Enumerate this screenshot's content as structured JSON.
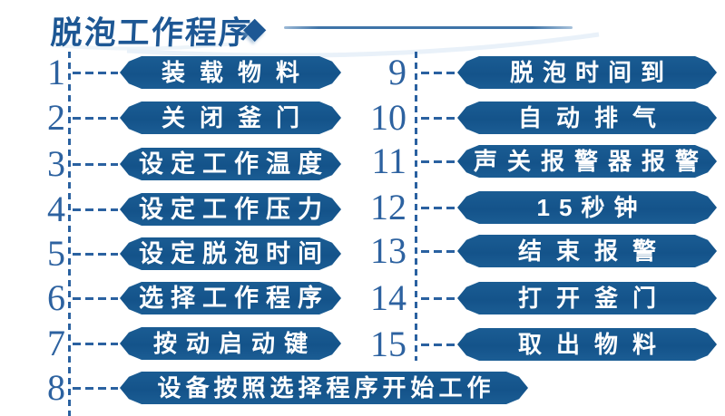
{
  "header": {
    "title": "脱泡工作程序",
    "diamond": "◆"
  },
  "colors": {
    "pill_blue": "#14538a",
    "pill_text": "#ffffff",
    "number_blue": "#2d62a0",
    "dash_blue": "#2a61a0",
    "title_blue": "#1d5794",
    "rule_blue": "#3f74a8"
  },
  "left_steps": [
    {
      "num": "1",
      "label": "装载物料"
    },
    {
      "num": "2",
      "label": "关闭釜门"
    },
    {
      "num": "3",
      "label": "设定工作温度"
    },
    {
      "num": "4",
      "label": "设定工作压力"
    },
    {
      "num": "5",
      "label": "设定脱泡时间"
    },
    {
      "num": "6",
      "label": "选择工作程序"
    },
    {
      "num": "7",
      "label": "按动启动键"
    },
    {
      "num": "8",
      "label": "设备按照选择程序开始工作"
    }
  ],
  "right_steps": [
    {
      "num": "9",
      "label": "脱泡时间到"
    },
    {
      "num": "10",
      "label": "自动排气"
    },
    {
      "num": "11",
      "label": "声关报警器报警"
    },
    {
      "num": "12",
      "label": "15秒钟"
    },
    {
      "num": "13",
      "label": "结束报警"
    },
    {
      "num": "14",
      "label": "打开釜门"
    },
    {
      "num": "15",
      "label": "取出物料"
    }
  ]
}
